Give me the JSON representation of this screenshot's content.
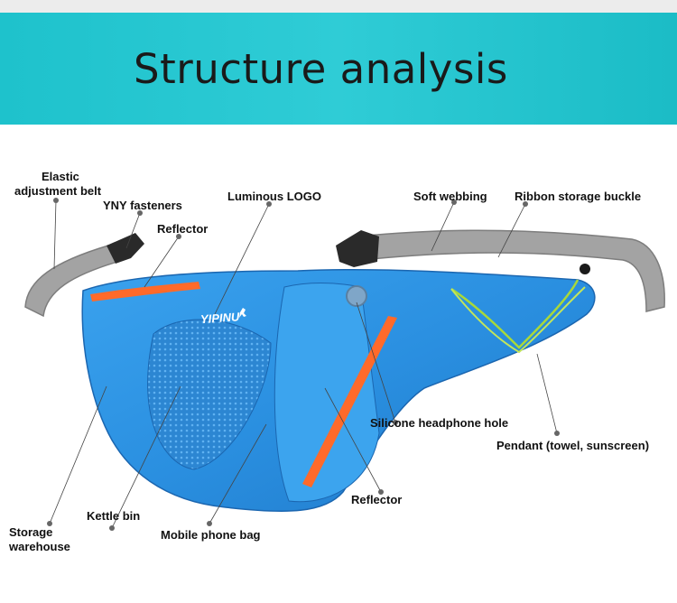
{
  "header": {
    "title": "Structure analysis"
  },
  "colors": {
    "banner": "#22c4ce",
    "bag_blue": "#2a8fe0",
    "strap_gray": "#9a9a9a",
    "zipper_orange": "#ff6a2a",
    "cord_green": "#a8d83a"
  },
  "product": {
    "logo_text": "YIPINU"
  },
  "labels": {
    "elastic_belt": [
      "Elastic",
      "adjustment belt"
    ],
    "yny_fasteners": "YNY fasteners",
    "reflector_top": "Reflector",
    "luminous_logo": "Luminous LOGO",
    "soft_webbing": "Soft webbing",
    "ribbon_buckle": "Ribbon storage buckle",
    "headphone_hole": "Silicone headphone hole",
    "pendant": "Pendant (towel, sunscreen)",
    "reflector_bottom": "Reflector",
    "storage_warehouse": [
      "Storage",
      "warehouse"
    ],
    "kettle_bin": "Kettle bin",
    "mobile_phone_bag": "Mobile phone bag"
  }
}
